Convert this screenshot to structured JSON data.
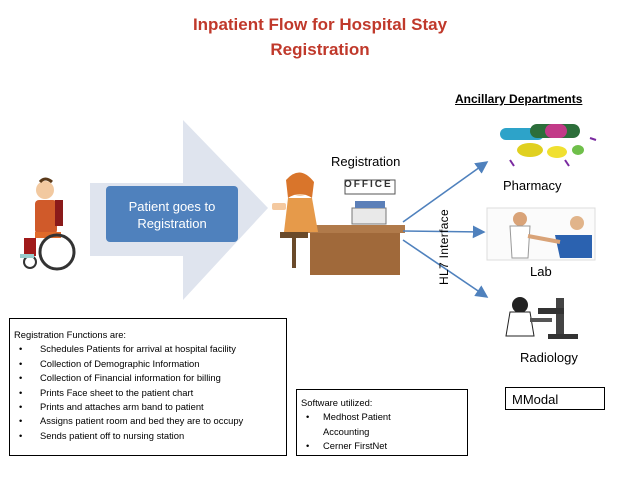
{
  "title": {
    "line1": "Inpatient Flow for Hospital Stay",
    "line2": "Registration"
  },
  "ancillary": {
    "heading": "Ancillary Departments",
    "pharmacy": "Pharmacy",
    "lab": "Lab",
    "radiology": "Radiology"
  },
  "arrow": {
    "text": "Patient goes to Registration"
  },
  "registration": {
    "label": "Registration",
    "office_sign": "OFFICE"
  },
  "interface": {
    "label": "HL7 Interface"
  },
  "functions": {
    "heading": "Registration Functions are:",
    "items": [
      "Schedules Patients  for arrival at hospital facility",
      "Collection of Demographic Information",
      "Collection of Financial information for billing",
      "Prints Face sheet to the patient chart",
      "Prints and attaches arm band to patient",
      "Assigns patient room and bed they are to occupy",
      "Sends patient off to nursing station"
    ]
  },
  "software": {
    "heading": "Software utilized:",
    "items": [
      "Medhost Patient Accounting",
      "Cerner FirstNet"
    ]
  },
  "mmodal": {
    "label": "MModal"
  },
  "colors": {
    "title": "#c0392b",
    "arrow_body": "#4f81bd",
    "arrow_shadow": "#cfd7e6"
  },
  "icons": [
    "wheelchair-patient-icon",
    "receptionist-desk-icon",
    "pills-icon",
    "doctor-patient-icon",
    "microscope-icon"
  ]
}
